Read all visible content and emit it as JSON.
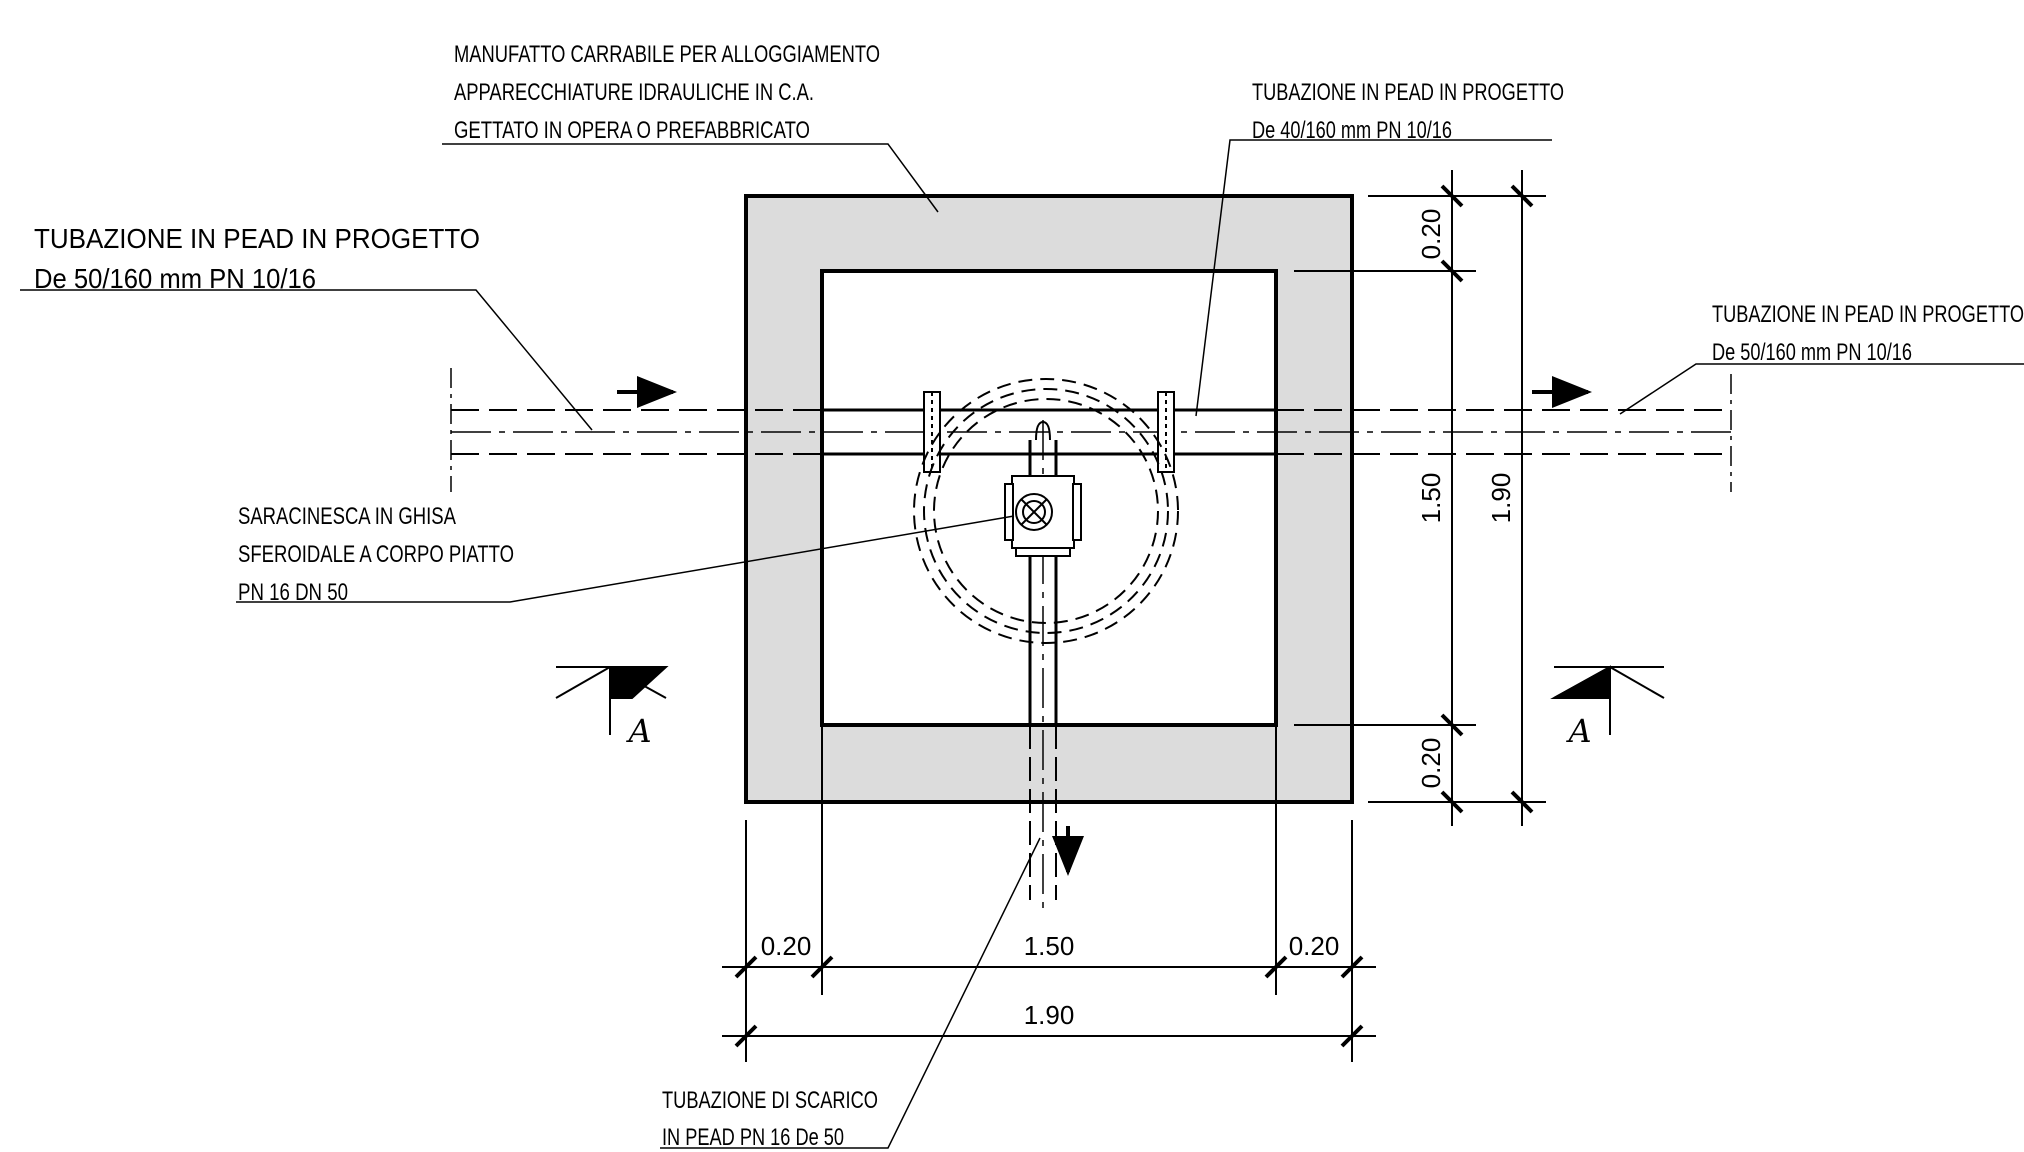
{
  "drawing": {
    "labels": {
      "structure": [
        "MANUFATTO CARRABILE PER ALLOGGIAMENTO",
        "APPARECCHIATURE IDRAULICHE IN C.A.",
        "GETTATO IN OPERA O PREFABBRICATO"
      ],
      "inlet_pipe": [
        "TUBAZIONE IN PEAD IN PROGETTO",
        "De 50/160 mm PN 10/16"
      ],
      "inner_pipe": [
        "TUBAZIONE IN PEAD IN PROGETTO",
        "De 40/160 mm PN 10/16"
      ],
      "outlet_pipe": [
        "TUBAZIONE IN PEAD IN PROGETTO",
        "De 50/160 mm PN 10/16"
      ],
      "valve": [
        "SARACINESCA IN GHISA",
        "SFEROIDALE A CORPO PIATTO",
        "PN 16 DN 50"
      ],
      "drain_pipe": [
        "TUBAZIONE DI SCARICO",
        "IN PEAD PN 16 De 50"
      ]
    },
    "dimensions": {
      "bottom_left_wall": "0.20",
      "bottom_inner": "1.50",
      "bottom_right_wall": "0.20",
      "bottom_total": "1.90",
      "right_top_wall": "0.20",
      "right_inner": "1.50",
      "right_bottom_wall": "0.20",
      "right_total": "1.90"
    },
    "section_marks": {
      "left": "A",
      "right": "A"
    },
    "colors": {
      "wall_fill": "#dcdcdc",
      "line": "#000000",
      "background": "#ffffff"
    }
  }
}
